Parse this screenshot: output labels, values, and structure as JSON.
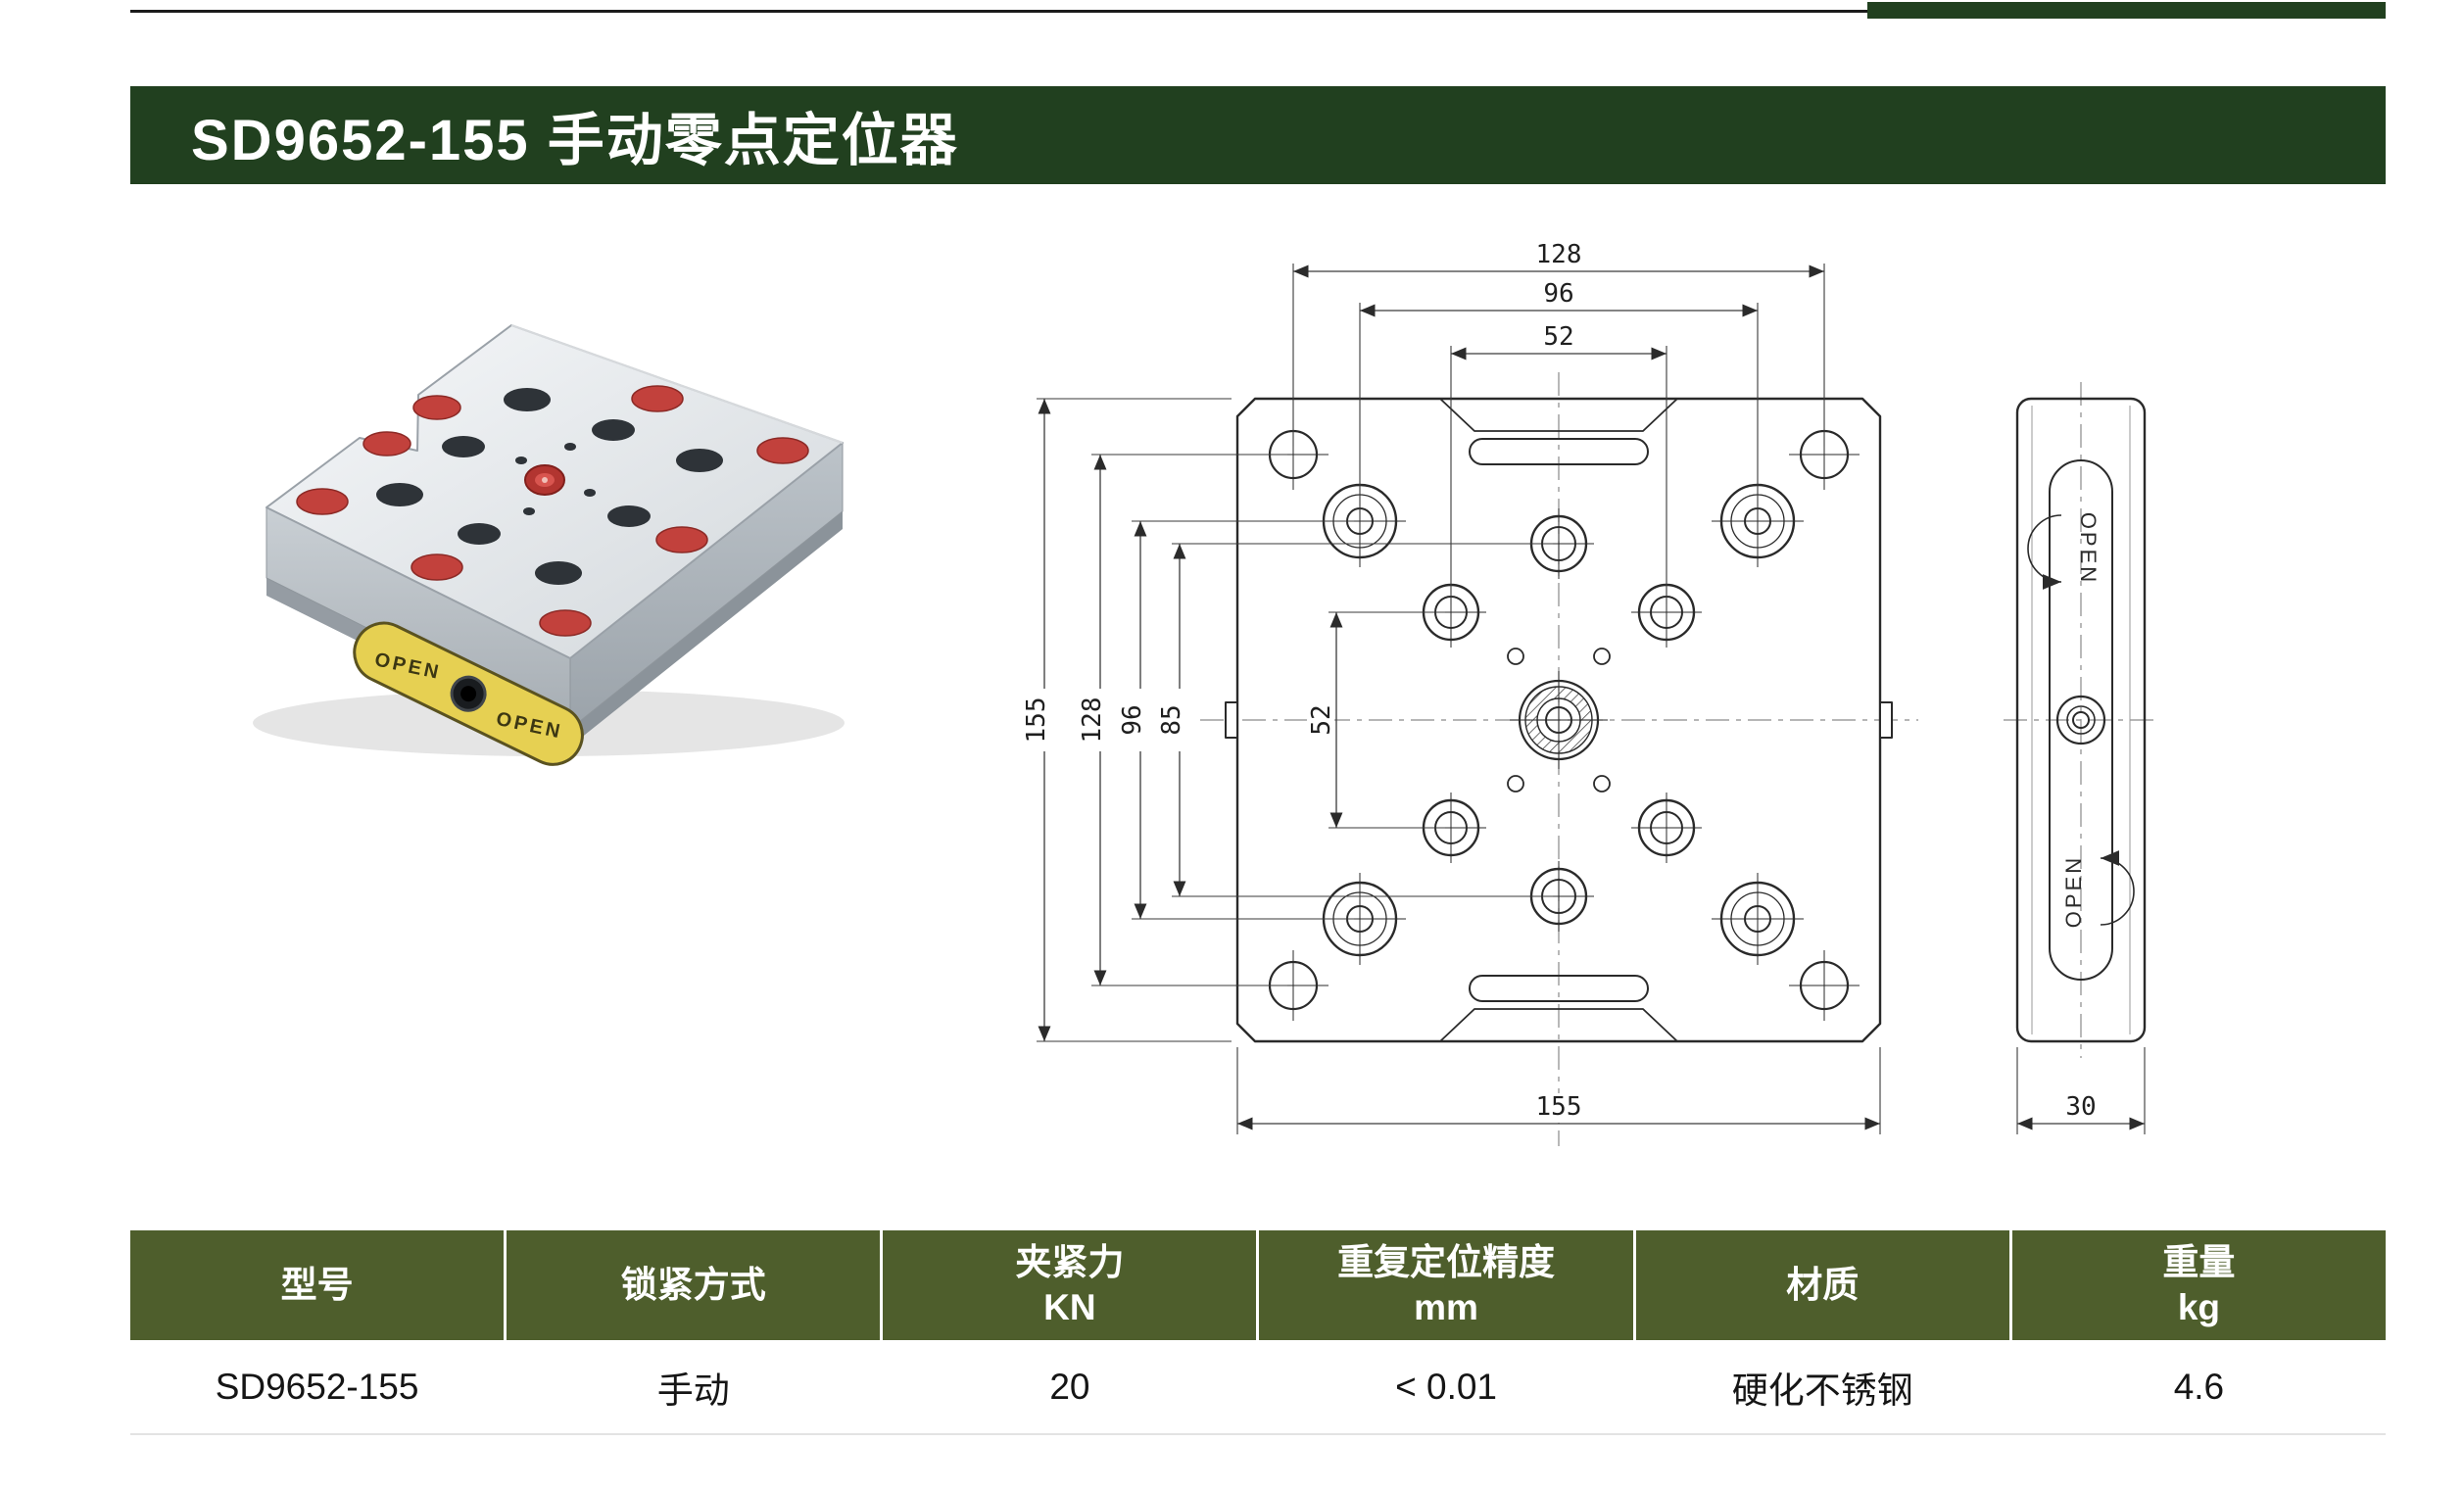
{
  "page": {
    "title": "SD9652-155  手动零点定位器"
  },
  "colors": {
    "title_bar_green": "#21401f",
    "table_header_green": "#4e5e2c",
    "pad_red": "#c2413c",
    "label_yellow": "#e6d052"
  },
  "drawing": {
    "front_view": {
      "dim_top_128": "128",
      "dim_top_96": "96",
      "dim_top_52": "52",
      "dim_left_155": "155",
      "dim_left_128": "128",
      "dim_left_96": "96",
      "dim_left_85": "85",
      "dim_inner_52": "52",
      "dim_bottom_155": "155"
    },
    "side_view": {
      "dim_30": "30",
      "open_top": "OPEN",
      "open_bottom": "OPEN"
    }
  },
  "product_photo": {
    "open_left": "OPEN",
    "open_right": "OPEN"
  },
  "spec_table": {
    "headers": [
      {
        "title": "型号",
        "unit": ""
      },
      {
        "title": "锁紧方式",
        "unit": ""
      },
      {
        "title": "夹紧力",
        "unit": "KN"
      },
      {
        "title": "重复定位精度",
        "unit": "mm"
      },
      {
        "title": "材质",
        "unit": ""
      },
      {
        "title": "重量",
        "unit": "kg"
      }
    ],
    "rows": [
      [
        "SD9652-155",
        "手动",
        "20",
        "< 0.01",
        "硬化不锈钢",
        "4.6"
      ]
    ]
  }
}
